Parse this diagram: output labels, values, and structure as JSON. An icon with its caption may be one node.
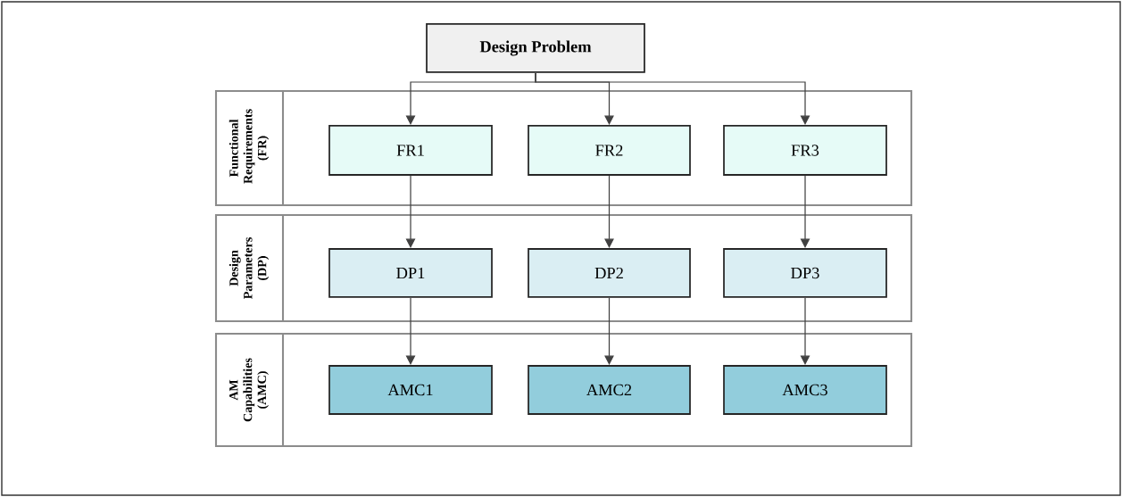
{
  "diagram": {
    "nodes": [
      {
        "text": [
          "Design Problem"
        ]
      },
      {
        "text": [
          "Functional Requirements (FR)"
        ]
      },
      {
        "text": [
          "FR1"
        ],
        "in": 1
      },
      {
        "text": [
          "FR2"
        ],
        "in": 1
      },
      {
        "text": [
          "FR3"
        ],
        "in": 1
      },
      {
        "text": [
          "Design Parameters (DP)"
        ]
      },
      {
        "text": [
          "DP1"
        ],
        "in": 5
      },
      {
        "text": [
          "DP2"
        ],
        "in": 5
      },
      {
        "text": [
          "DP3"
        ],
        "in": 5
      },
      {
        "text": [
          "AM Capabilities (AMC)"
        ]
      },
      {
        "text": [
          "AMC1"
        ],
        "in": 9
      },
      {
        "text": [
          "AMC2"
        ],
        "in": 9
      },
      {
        "text": [
          "AMC3"
        ],
        "in": 9
      }
    ],
    "edges": [
      {
        "from": 0,
        "to": 2,
        "arrow": "to"
      },
      {
        "from": 0,
        "to": 3,
        "arrow": "to"
      },
      {
        "from": 0,
        "to": 4,
        "arrow": "to"
      },
      {
        "from": 2,
        "to": 6,
        "arrow": "to"
      },
      {
        "from": 3,
        "to": 7,
        "arrow": "to"
      },
      {
        "from": 4,
        "to": 8,
        "arrow": "to"
      },
      {
        "from": 6,
        "to": 10,
        "arrow": "to"
      },
      {
        "from": 7,
        "to": 11,
        "arrow": "to"
      },
      {
        "from": 8,
        "to": 12,
        "arrow": "to"
      }
    ]
  }
}
